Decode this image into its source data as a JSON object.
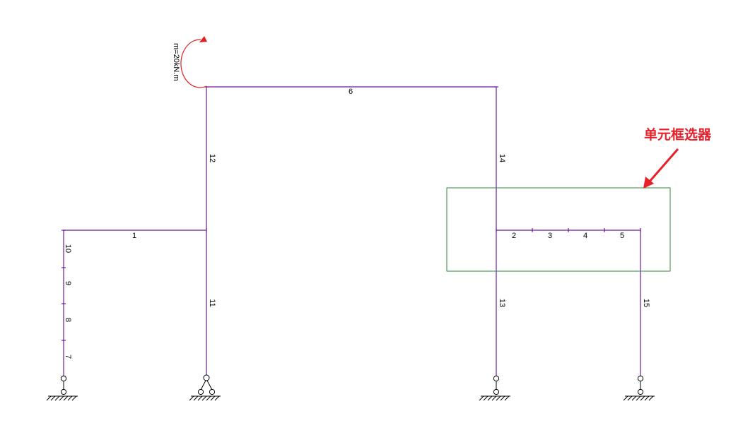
{
  "colors": {
    "member": "#6a1b9a",
    "moment": "#e02020",
    "select_box": "#2e8b3a",
    "annotation": "#e8202a",
    "support": "#000000"
  },
  "annotation": {
    "text": "单元框选器"
  },
  "moment_load": {
    "label": "m=20kN.m"
  },
  "members": [
    {
      "id": "1",
      "label": "1"
    },
    {
      "id": "2",
      "label": "2"
    },
    {
      "id": "3",
      "label": "3"
    },
    {
      "id": "4",
      "label": "4"
    },
    {
      "id": "5",
      "label": "5"
    },
    {
      "id": "6",
      "label": "6"
    },
    {
      "id": "7",
      "label": "7"
    },
    {
      "id": "8",
      "label": "8"
    },
    {
      "id": "9",
      "label": "9"
    },
    {
      "id": "10",
      "label": "10"
    },
    {
      "id": "11",
      "label": "11"
    },
    {
      "id": "12",
      "label": "12"
    },
    {
      "id": "13",
      "label": "13"
    },
    {
      "id": "14",
      "label": "14"
    },
    {
      "id": "15",
      "label": "15"
    }
  ],
  "supports": [
    {
      "id": "s1",
      "type": "link"
    },
    {
      "id": "s2",
      "type": "pin"
    },
    {
      "id": "s3",
      "type": "link"
    },
    {
      "id": "s4",
      "type": "link"
    }
  ]
}
